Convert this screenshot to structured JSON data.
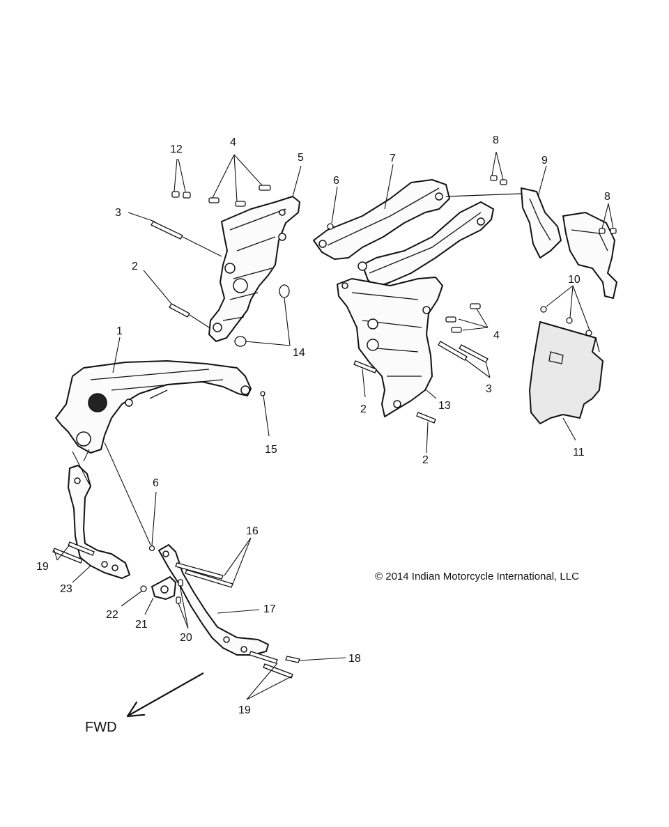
{
  "callouts": {
    "c1": "1",
    "c2a": "2",
    "c2b": "2",
    "c2c": "2",
    "c3a": "3",
    "c3b": "3",
    "c4a": "4",
    "c4b": "4",
    "c5": "5",
    "c6a": "6",
    "c6b": "6",
    "c7": "7",
    "c8a": "8",
    "c8b": "8",
    "c9": "9",
    "c10": "10",
    "c11": "11",
    "c12": "12",
    "c13": "13",
    "c14": "14",
    "c15": "15",
    "c16": "16",
    "c17": "17",
    "c18": "18",
    "c19a": "19",
    "c19b": "19",
    "c20": "20",
    "c21": "21",
    "c22": "22",
    "c23": "23"
  },
  "copyright": "2014 Indian Motorcycle International, LLC",
  "copyright_symbol": "©",
  "direction_label": "FWD"
}
